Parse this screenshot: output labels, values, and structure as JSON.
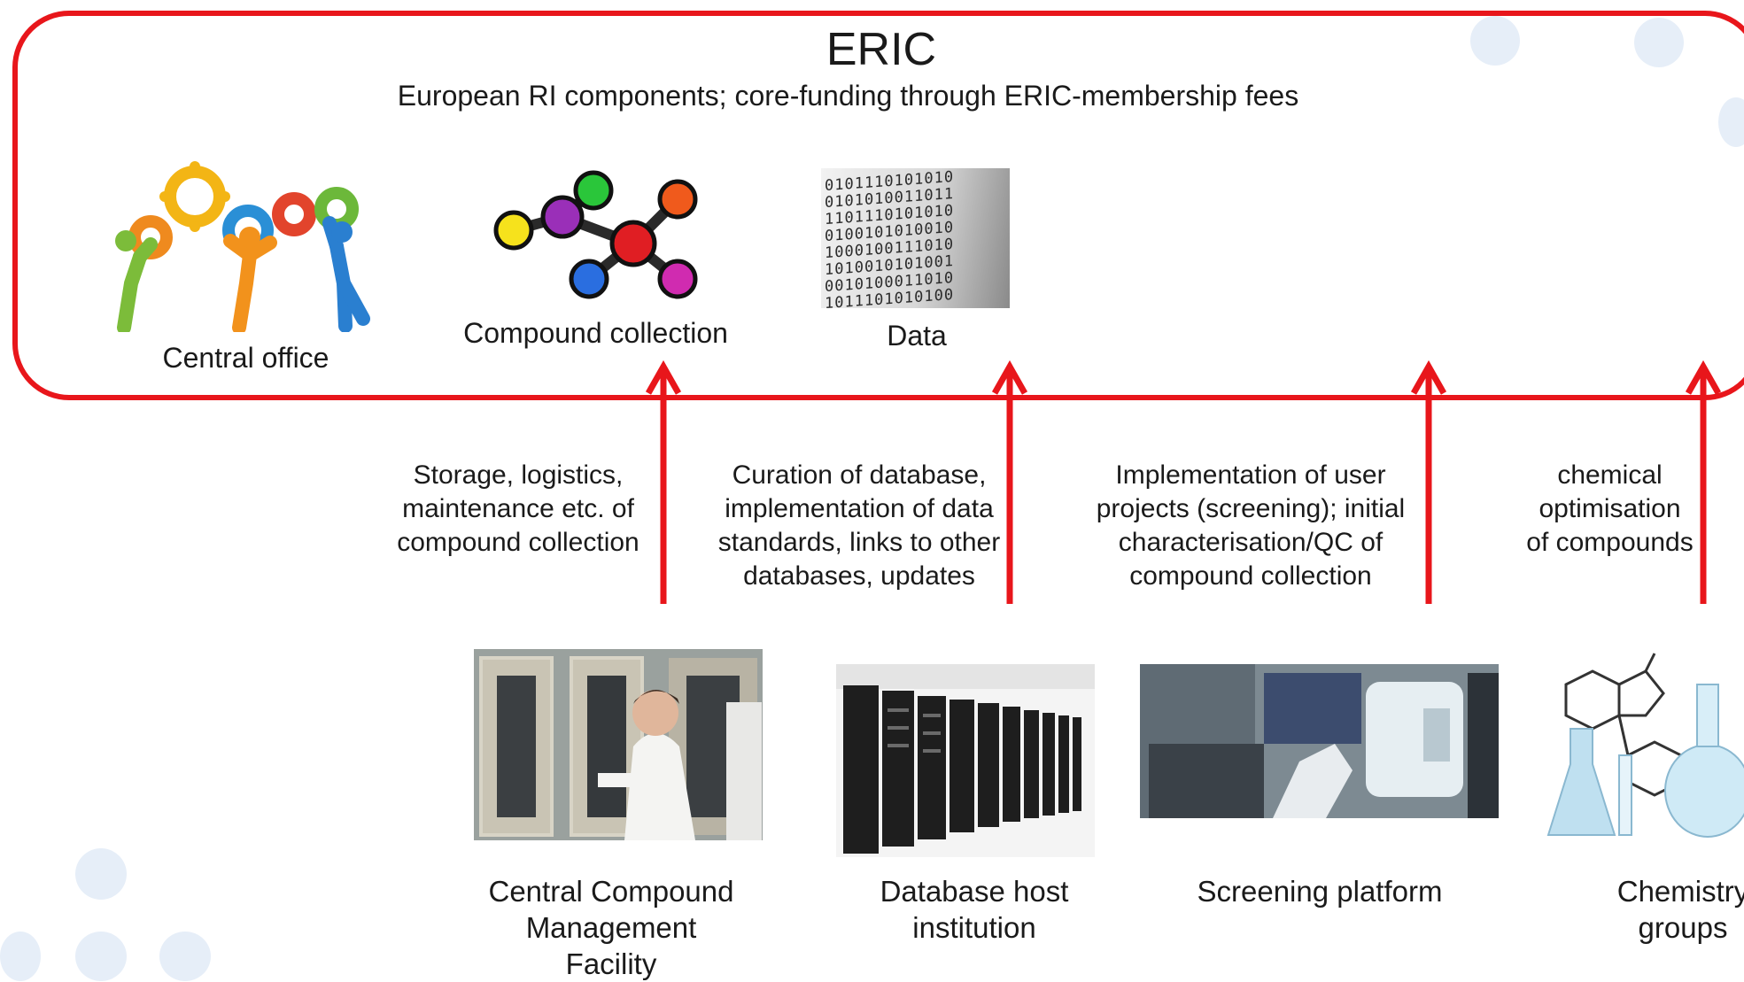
{
  "eric": {
    "title": "ERIC",
    "subtitle": "European RI components; core-funding through ERIC-membership fees"
  },
  "top_components": [
    {
      "label": "Central office",
      "icon": "gears-people-icon"
    },
    {
      "label": "Compound collection",
      "icon": "molecule-icon"
    },
    {
      "label": "Data",
      "icon": "binary-data-icon",
      "binary_lines": [
        "0101110101010",
        "0101010011011",
        "1101110101010",
        "0100101010010",
        "1000100111010",
        "1010010101001",
        "0010100011010",
        "1011101010100"
      ]
    }
  ],
  "contributions": [
    {
      "line1": "Storage, logistics,",
      "line2": "maintenance etc. of",
      "line3": "compound collection",
      "line4": ""
    },
    {
      "line1": "Curation of database,",
      "line2": "implementation of data",
      "line3": "standards, links to other",
      "line4": "databases, updates"
    },
    {
      "line1": "Implementation of user",
      "line2": "projects (screening); initial",
      "line3": "characterisation/QC of",
      "line4": "compound collection"
    },
    {
      "line1": "chemical",
      "line2": "optimisation",
      "line3": "of compounds",
      "line4": ""
    }
  ],
  "bottom_components": [
    {
      "line1": "Central Compound",
      "line2": "Management",
      "line3": "Facility",
      "image": "lab-technician-photo"
    },
    {
      "line1": "Database host",
      "line2": "institution",
      "line3": "",
      "image": "server-room-photo"
    },
    {
      "line1": "Screening platform",
      "line2": "",
      "line3": "",
      "image": "robot-lab-photo"
    },
    {
      "line1": "Chemistry",
      "line2": "groups",
      "line3": "",
      "image": "chemistry-flasks-photo"
    }
  ],
  "colors": {
    "accent": "#e8161b"
  }
}
